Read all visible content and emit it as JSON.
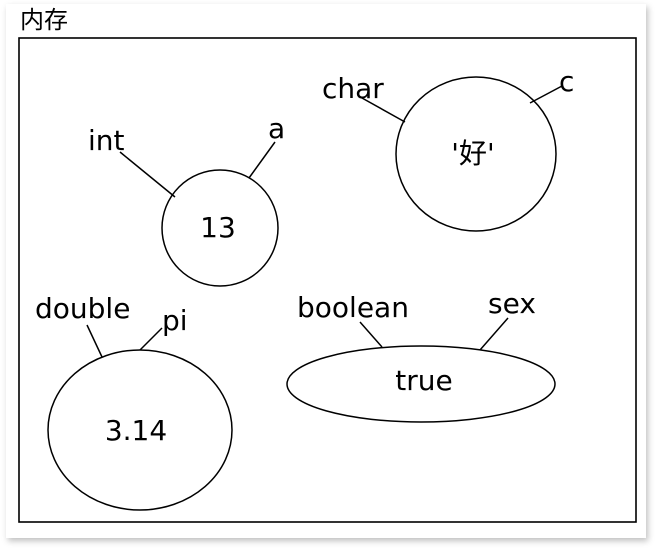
{
  "title": "内存",
  "variables": [
    {
      "type": "int",
      "name": "a",
      "value": "13"
    },
    {
      "type": "char",
      "name": "c",
      "value": "'好'"
    },
    {
      "type": "double",
      "name": "pi",
      "value": "3.14"
    },
    {
      "type": "boolean",
      "name": "sex",
      "value": "true"
    }
  ],
  "colors": {
    "stroke": "#000000",
    "background": "#ffffff"
  }
}
